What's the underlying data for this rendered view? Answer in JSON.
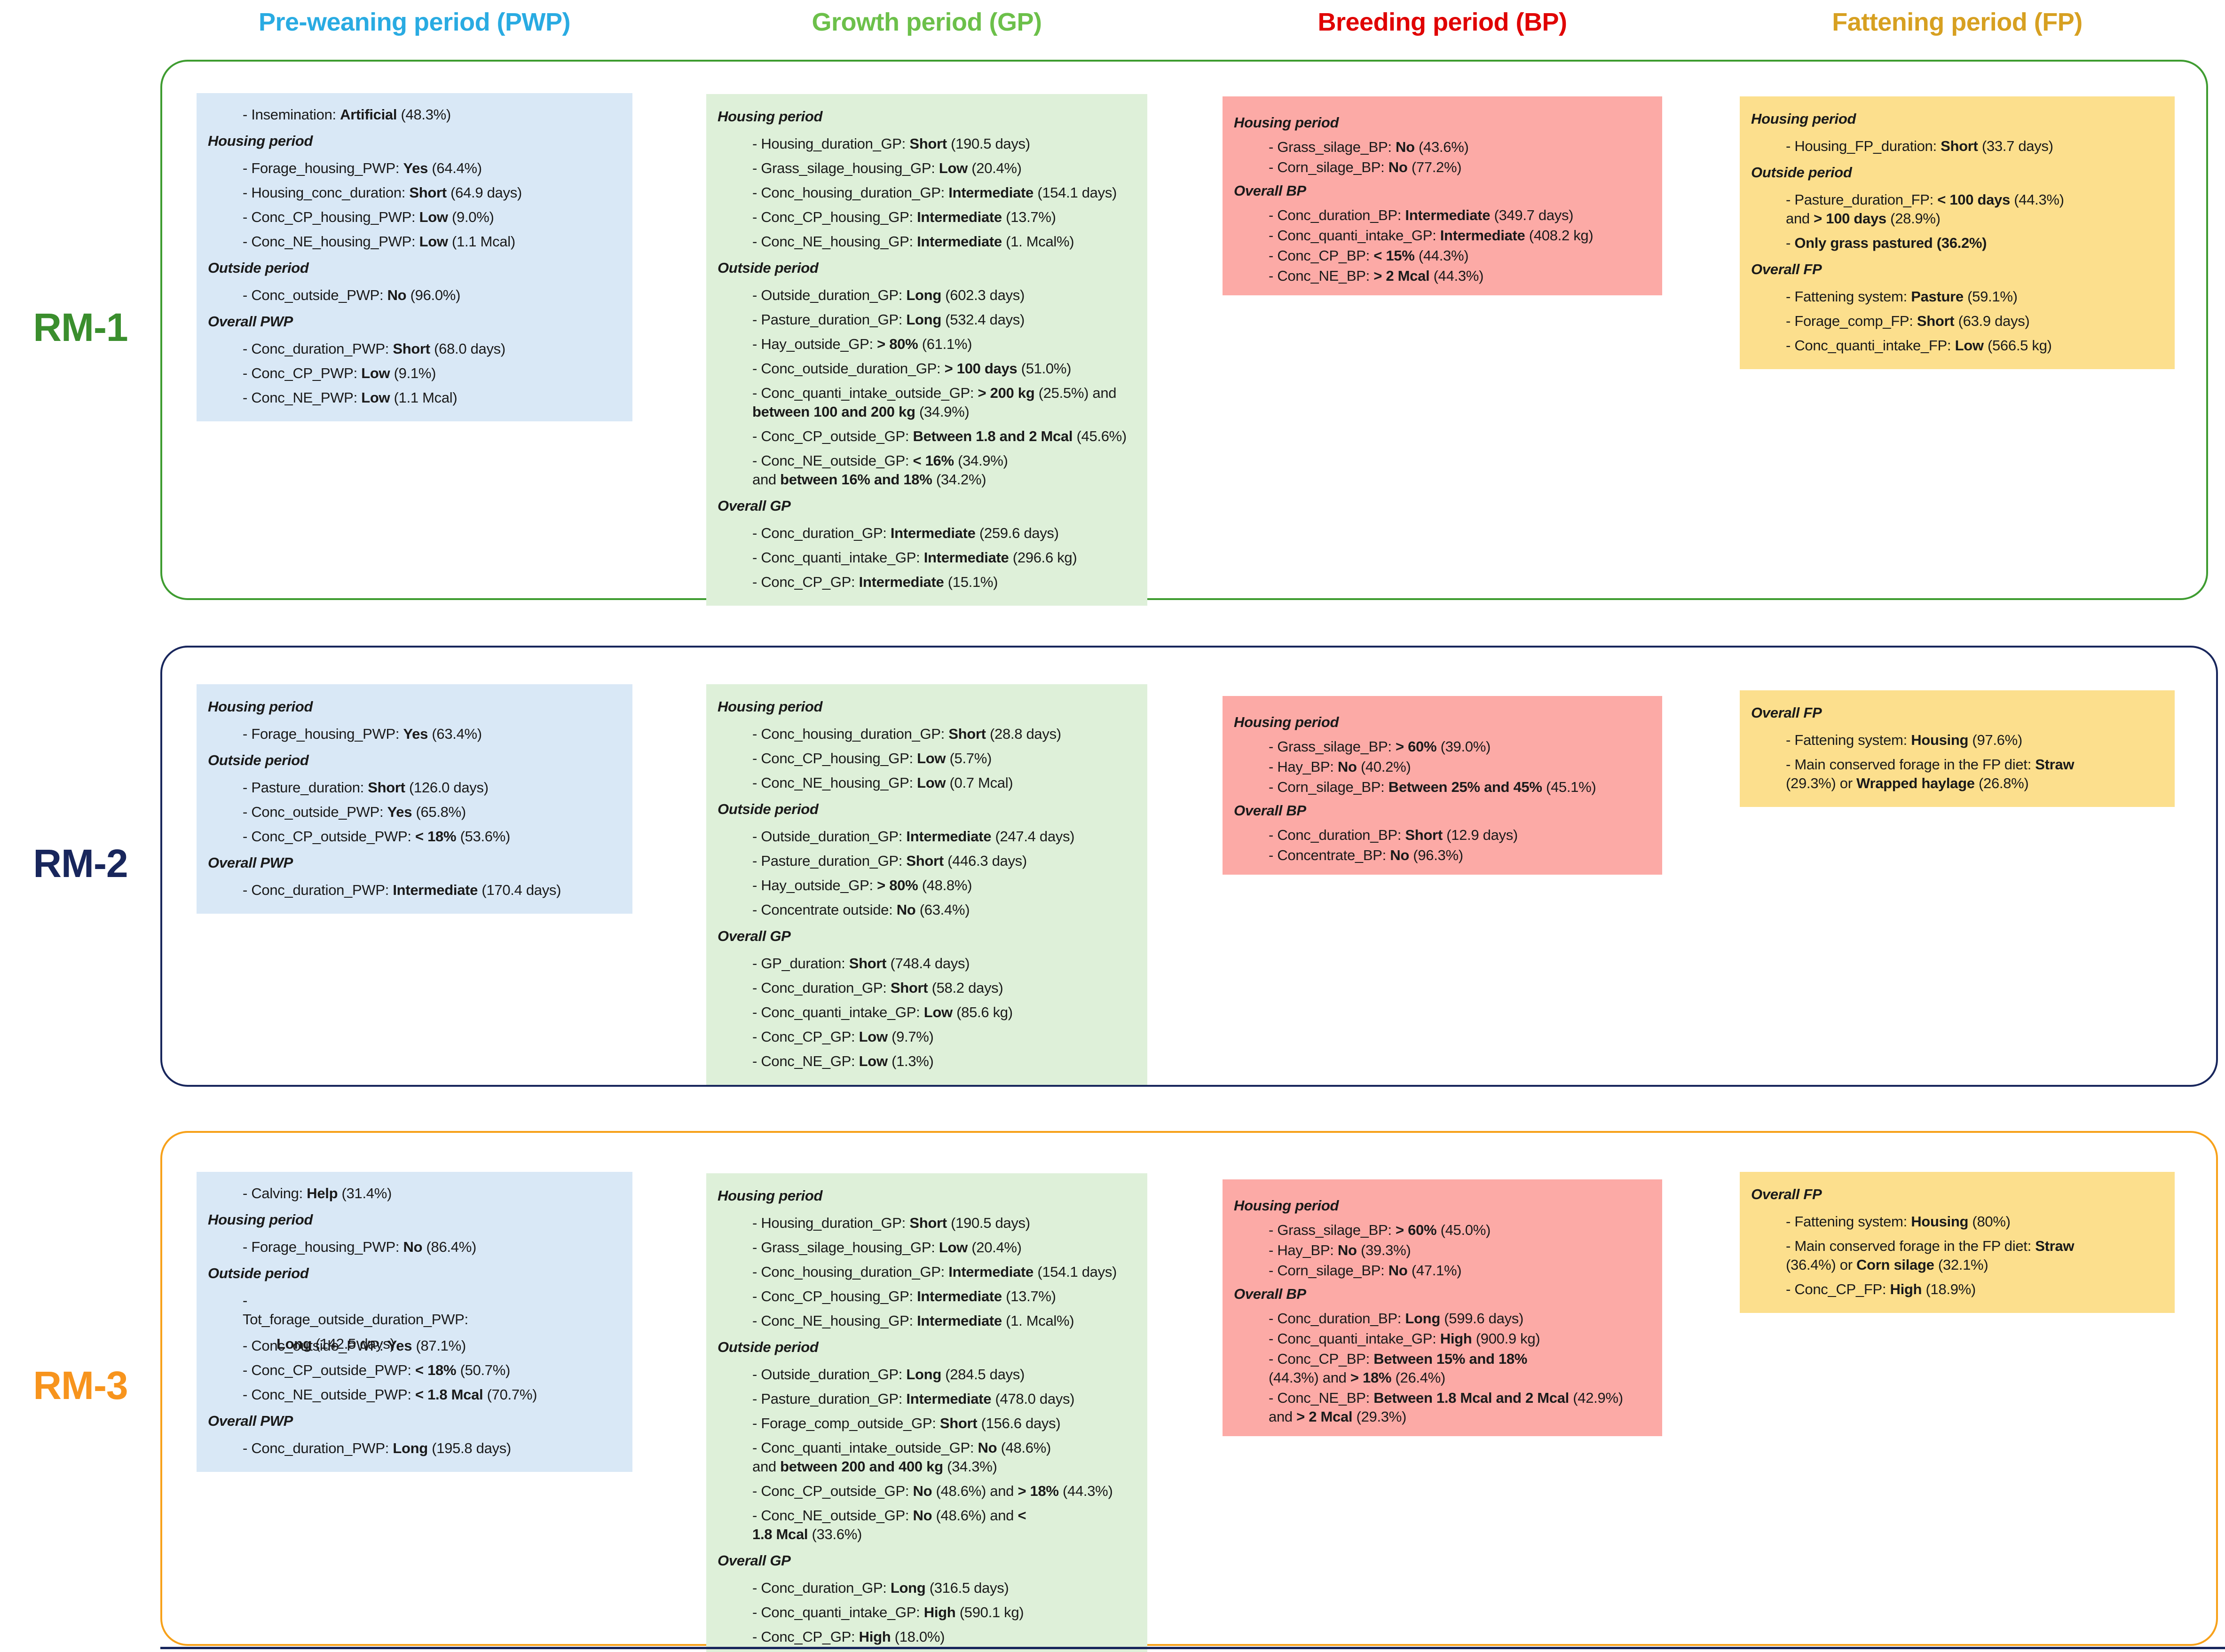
{
  "columns": [
    {
      "id": "pwp",
      "label": "Pre-weaning period (PWP)",
      "color": "#29abe2",
      "box_bg": "#d9e8f6"
    },
    {
      "id": "gp",
      "label": "Growth period (GP)",
      "color": "#6cc04a",
      "box_bg": "#def0d9"
    },
    {
      "id": "bp",
      "label": "Breeding period (BP)",
      "color": "#e00000",
      "box_bg": "#fcaaa6"
    },
    {
      "id": "fp",
      "label": "Fattening period (FP)",
      "color": "#d7a021",
      "box_bg": "#fcdf8d"
    }
  ],
  "footer_rule_color": "#18265c",
  "rows": [
    {
      "id": "rm1",
      "label": "RM-1",
      "color": "#3a8e2d",
      "frame_color": "#3e9c30",
      "cells": {
        "pwp": {
          "tight": false,
          "blocks": [
            {
              "type": "item",
              "text": "- Insemination: **Artificial** (48.3%)"
            },
            {
              "type": "heading",
              "text": "Housing period"
            },
            {
              "type": "item",
              "text": "- Forage_housing_PWP: **Yes** (64.4%)"
            },
            {
              "type": "item",
              "text": "- Housing_conc_duration: **Short** (64.9 days)"
            },
            {
              "type": "item",
              "text": "- Conc_CP_housing_PWP: **Low** (9.0%)"
            },
            {
              "type": "item",
              "text": "- Conc_NE_housing_PWP: **Low** (1.1 Mcal)"
            },
            {
              "type": "heading",
              "text": "Outside period"
            },
            {
              "type": "item",
              "text": "- Conc_outside_PWP: **No** (96.0%)"
            },
            {
              "type": "heading",
              "text": "Overall PWP"
            },
            {
              "type": "item",
              "text": "- Conc_duration_PWP: **Short** (68.0 days)"
            },
            {
              "type": "item",
              "text": "- Conc_CP_PWP: **Low** (9.1%)"
            },
            {
              "type": "item",
              "text": "- Conc_NE_PWP: **Low** (1.1 Mcal)"
            }
          ]
        },
        "gp": {
          "tight": false,
          "blocks": [
            {
              "type": "heading",
              "text": "Housing period"
            },
            {
              "type": "item",
              "text": "- Housing_duration_GP: **Short** (190.5 days)"
            },
            {
              "type": "item",
              "text": "- Grass_silage_housing_GP: **Low** (20.4%)"
            },
            {
              "type": "item",
              "text": "- Conc_housing_duration_GP: **Intermediate** (154.1 days)"
            },
            {
              "type": "item",
              "text": "- Conc_CP_housing_GP: **Intermediate** (13.7%)"
            },
            {
              "type": "item",
              "text": "- Conc_NE_housing_GP: **Intermediate** (1. Mcal%)"
            },
            {
              "type": "heading",
              "text": "Outside period"
            },
            {
              "type": "item",
              "text": "- Outside_duration_GP: **Long** (602.3 days)"
            },
            {
              "type": "item",
              "text": "- Pasture_duration_GP: **Long** (532.4 days)"
            },
            {
              "type": "item",
              "text": "- Hay_outside_GP: **> 80%** (61.1%)"
            },
            {
              "type": "item",
              "text": "- Conc_outside_duration_GP: **> 100 days** (51.0%)"
            },
            {
              "type": "item",
              "text": "- Conc_quanti_intake_outside_GP: **> 200 kg** (25.5%) and\n**between 100 and 200 kg** (34.9%)"
            },
            {
              "type": "item",
              "text": "- Conc_CP_outside_GP: **Between 1.8 and 2 Mcal** (45.6%)"
            },
            {
              "type": "item",
              "text": "- Conc_NE_outside_GP: **< 16%** (34.9%)\nand **between 16% and 18%** (34.2%)"
            },
            {
              "type": "heading",
              "text": "Overall GP"
            },
            {
              "type": "item",
              "text": "- Conc_duration_GP: **Intermediate** (259.6 days)"
            },
            {
              "type": "item",
              "text": "- Conc_quanti_intake_GP: **Intermediate** (296.6 kg)"
            },
            {
              "type": "item",
              "text": "- Conc_CP_GP: **Intermediate** (15.1%)"
            }
          ]
        },
        "bp": {
          "tight": true,
          "blocks": [
            {
              "type": "heading",
              "text": "Housing period"
            },
            {
              "type": "item",
              "text": "- Grass_silage_BP: **No** (43.6%)"
            },
            {
              "type": "item",
              "text": "- Corn_silage_BP: **No** (77.2%)"
            },
            {
              "type": "heading",
              "text": "Overall BP"
            },
            {
              "type": "item",
              "text": "- Conc_duration_BP: **Intermediate** (349.7 days)"
            },
            {
              "type": "item",
              "text": "- Conc_quanti_intake_GP: **Intermediate** (408.2 kg)"
            },
            {
              "type": "item",
              "text": "- Conc_CP_BP: **< 15%** (44.3%)"
            },
            {
              "type": "item",
              "text": "- Conc_NE_BP: **> 2 Mcal** (44.3%)"
            }
          ]
        },
        "fp": {
          "tight": false,
          "blocks": [
            {
              "type": "heading",
              "text": "Housing period"
            },
            {
              "type": "item",
              "text": "- Housing_FP_duration: **Short** (33.7 days)"
            },
            {
              "type": "heading",
              "text": "Outside period"
            },
            {
              "type": "item",
              "text": "- Pasture_duration_FP: **< 100 days** (44.3%)\nand **> 100 days** (28.9%)"
            },
            {
              "type": "item",
              "text": "- **Only grass pastured (36.2%)**"
            },
            {
              "type": "heading",
              "text": "Overall FP"
            },
            {
              "type": "item",
              "text": "- Fattening system: **Pasture** (59.1%)"
            },
            {
              "type": "item",
              "text": "- Forage_comp_FP: **Short** (63.9 days)"
            },
            {
              "type": "item",
              "text": "- Conc_quanti_intake_FP: **Low** (566.5 kg)"
            }
          ]
        }
      }
    },
    {
      "id": "rm2",
      "label": "RM-2",
      "color": "#18265c",
      "frame_color": "#18265c",
      "cells": {
        "pwp": {
          "tight": false,
          "blocks": [
            {
              "type": "heading",
              "text": "Housing period"
            },
            {
              "type": "item",
              "text": "- Forage_housing_PWP: **Yes** (63.4%)"
            },
            {
              "type": "heading",
              "text": "Outside period"
            },
            {
              "type": "item",
              "text": "- Pasture_duration: **Short** (126.0 days)"
            },
            {
              "type": "item",
              "text": "- Conc_outside_PWP: **Yes** (65.8%)"
            },
            {
              "type": "item",
              "text": "- Conc_CP_outside_PWP: **< 18%** (53.6%)"
            },
            {
              "type": "heading",
              "text": "Overall PWP"
            },
            {
              "type": "item",
              "text": "- Conc_duration_PWP: **Intermediate** (170.4 days)"
            }
          ]
        },
        "gp": {
          "tight": false,
          "blocks": [
            {
              "type": "heading",
              "text": "Housing period"
            },
            {
              "type": "item",
              "text": "- Conc_housing_duration_GP: **Short** (28.8 days)"
            },
            {
              "type": "item",
              "text": "- Conc_CP_housing_GP: **Low** (5.7%)"
            },
            {
              "type": "item",
              "text": "- Conc_NE_housing_GP: **Low** (0.7 Mcal)"
            },
            {
              "type": "heading",
              "text": "Outside period"
            },
            {
              "type": "item",
              "text": "- Outside_duration_GP: **Intermediate** (247.4 days)"
            },
            {
              "type": "item",
              "text": "- Pasture_duration_GP: **Short** (446.3 days)"
            },
            {
              "type": "item",
              "text": "- Hay_outside_GP: **> 80%** (48.8%)"
            },
            {
              "type": "item",
              "text": "- Concentrate outside: **No** (63.4%)"
            },
            {
              "type": "heading",
              "text": "Overall GP"
            },
            {
              "type": "item",
              "text": "- GP_duration: **Short** (748.4 days)"
            },
            {
              "type": "item",
              "text": "- Conc_duration_GP: **Short** (58.2 days)"
            },
            {
              "type": "item",
              "text": "- Conc_quanti_intake_GP: **Low** (85.6 kg)"
            },
            {
              "type": "item",
              "text": "- Conc_CP_GP: **Low** (9.7%)"
            },
            {
              "type": "item",
              "text": "- Conc_NE_GP: **Low** (1.3%)"
            }
          ]
        },
        "bp": {
          "tight": true,
          "blocks": [
            {
              "type": "heading",
              "text": "Housing period"
            },
            {
              "type": "item",
              "text": "- Grass_silage_BP: **> 60%** (39.0%)"
            },
            {
              "type": "item",
              "text": "- Hay_BP: **No** (40.2%)"
            },
            {
              "type": "item",
              "text": "- Corn_silage_BP: **Between 25% and 45%** (45.1%)"
            },
            {
              "type": "heading",
              "text": "Overall BP"
            },
            {
              "type": "item",
              "text": "- Conc_duration_BP: **Short** (12.9 days)"
            },
            {
              "type": "item",
              "text": "- Concentrate_BP: **No** (96.3%)"
            }
          ]
        },
        "fp": {
          "tight": false,
          "blocks": [
            {
              "type": "heading",
              "text": "Overall FP"
            },
            {
              "type": "item",
              "text": "- Fattening system: **Housing** (97.6%)"
            },
            {
              "type": "item",
              "text": "- Main conserved forage in the FP diet: **Straw**\n(29.3%) or **Wrapped haylage** (26.8%)"
            }
          ]
        }
      }
    },
    {
      "id": "rm3",
      "label": "RM-3",
      "color": "#f7941d",
      "frame_color": "#f7a11a",
      "cells": {
        "pwp": {
          "tight": false,
          "blocks": [
            {
              "type": "item",
              "text": "- Calving: **Help** (31.4%)"
            },
            {
              "type": "heading",
              "text": "Housing period"
            },
            {
              "type": "item",
              "text": "- Forage_housing_PWP: **No** (86.4%)"
            },
            {
              "type": "heading",
              "text": "Outside period"
            },
            {
              "type": "item",
              "text": "-\nTot_forage_outside_duration_PWP:"
            },
            {
              "type": "overlap",
              "text": "**Long** (142.5 days)"
            },
            {
              "type": "item",
              "text": "- Conc_outside_PWP: **Yes** (87.1%)"
            },
            {
              "type": "item",
              "text": "- Conc_CP_outside_PWP: **< 18%** (50.7%)"
            },
            {
              "type": "item",
              "text": "- Conc_NE_outside_PWP: **< 1.8 Mcal** (70.7%)"
            },
            {
              "type": "heading",
              "text": "Overall PWP"
            },
            {
              "type": "item",
              "text": "- Conc_duration_PWP: **Long** (195.8 days)"
            }
          ]
        },
        "gp": {
          "tight": false,
          "blocks": [
            {
              "type": "heading",
              "text": "Housing period"
            },
            {
              "type": "item",
              "text": "- Housing_duration_GP: **Short** (190.5 days)"
            },
            {
              "type": "item",
              "text": "- Grass_silage_housing_GP: **Low** (20.4%)"
            },
            {
              "type": "item",
              "text": "- Conc_housing_duration_GP: **Intermediate** (154.1 days)"
            },
            {
              "type": "item",
              "text": "- Conc_CP_housing_GP: **Intermediate** (13.7%)"
            },
            {
              "type": "item",
              "text": "- Conc_NE_housing_GP: **Intermediate** (1. Mcal%)"
            },
            {
              "type": "heading",
              "text": "Outside period"
            },
            {
              "type": "item",
              "text": "- Outside_duration_GP: **Long** (284.5 days)"
            },
            {
              "type": "item",
              "text": "- Pasture_duration_GP: **Intermediate** (478.0 days)"
            },
            {
              "type": "item",
              "text": "- Forage_comp_outside_GP: **Short** (156.6 days)"
            },
            {
              "type": "item",
              "text": "- Conc_quanti_intake_outside_GP: **No** (48.6%)\nand **between 200 and 400 kg** (34.3%)"
            },
            {
              "type": "item",
              "text": "- Conc_CP_outside_GP: **No** (48.6%) and **> 18%** (44.3%)"
            },
            {
              "type": "item",
              "text": "- Conc_NE_outside_GP: **No** (48.6%) and **<**\n**1.8 Mcal** (33.6%)"
            },
            {
              "type": "heading",
              "text": "Overall GP"
            },
            {
              "type": "item",
              "text": "- Conc_duration_GP: **Long** (316.5 days)"
            },
            {
              "type": "item",
              "text": "- Conc_quanti_intake_GP: **High** (590.1 kg)"
            },
            {
              "type": "item",
              "text": "- Conc_CP_GP: **High** (18.0%)"
            }
          ]
        },
        "bp": {
          "tight": true,
          "blocks": [
            {
              "type": "heading",
              "text": "Housing period"
            },
            {
              "type": "item",
              "text": "- Grass_silage_BP: **> 60%** (45.0%)"
            },
            {
              "type": "item",
              "text": "- Hay_BP: **No** (39.3%)"
            },
            {
              "type": "item",
              "text": "- Corn_silage_BP: **No** (47.1%)"
            },
            {
              "type": "heading",
              "text": "Overall BP"
            },
            {
              "type": "item",
              "text": "- Conc_duration_BP: **Long** (599.6 days)"
            },
            {
              "type": "item",
              "text": "- Conc_quanti_intake_GP: **High** (900.9 kg)"
            },
            {
              "type": "item",
              "text": "- Conc_CP_BP: **Between 15% and 18%**\n(44.3%) and **> 18%** (26.4%)"
            },
            {
              "type": "item",
              "text": "- Conc_NE_BP: **Between 1.8 Mcal and 2 Mcal** (42.9%)\nand **> 2 Mcal** (29.3%)"
            }
          ]
        },
        "fp": {
          "tight": false,
          "blocks": [
            {
              "type": "heading",
              "text": "Overall FP"
            },
            {
              "type": "item",
              "text": "- Fattening system: **Housing** (80%)"
            },
            {
              "type": "item",
              "text": "- Main conserved forage in the FP diet: **Straw**\n(36.4%) or **Corn silage** (32.1%)"
            },
            {
              "type": "item",
              "text": "- Conc_CP_FP: **High** (18.9%)"
            }
          ]
        }
      }
    }
  ]
}
